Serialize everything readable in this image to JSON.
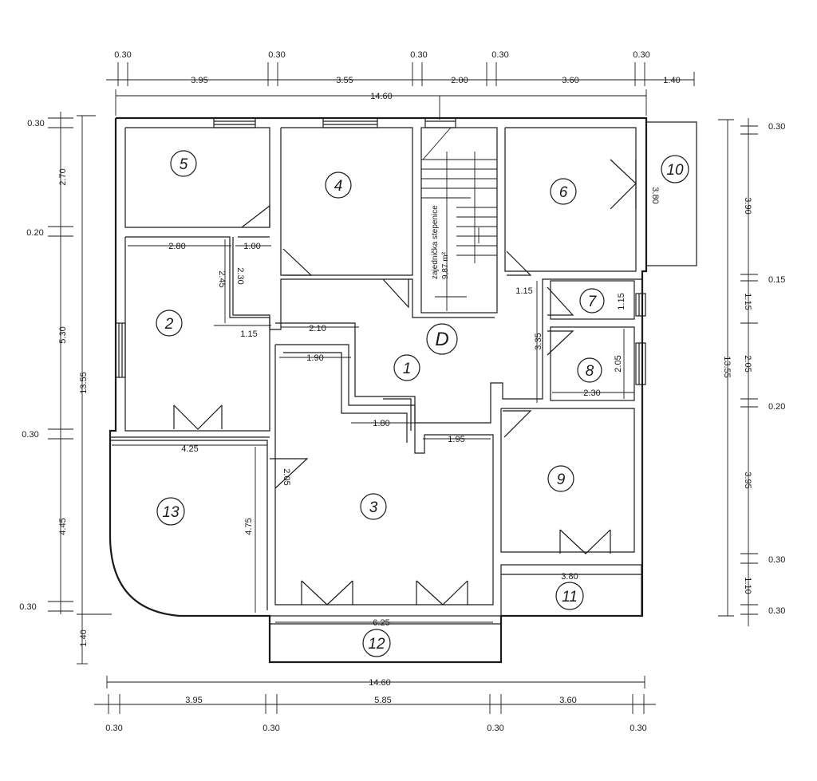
{
  "rooms": [
    {
      "id": "1",
      "label": "1"
    },
    {
      "id": "2",
      "label": "2"
    },
    {
      "id": "3",
      "label": "3"
    },
    {
      "id": "4",
      "label": "4"
    },
    {
      "id": "5",
      "label": "5"
    },
    {
      "id": "6",
      "label": "6"
    },
    {
      "id": "7",
      "label": "7"
    },
    {
      "id": "8",
      "label": "8"
    },
    {
      "id": "9",
      "label": "9"
    },
    {
      "id": "10",
      "label": "10"
    },
    {
      "id": "11",
      "label": "11"
    },
    {
      "id": "12",
      "label": "12"
    },
    {
      "id": "13",
      "label": "13"
    },
    {
      "id": "D",
      "label": "D"
    }
  ],
  "stair_note": {
    "line1": "zajednička stepenice",
    "line2": "9,87 m²"
  },
  "dims_top": {
    "wall_1": "0.30",
    "seg_1": "3.95",
    "wall_2": "0.30",
    "seg_2": "3.55",
    "wall_3": "0.30",
    "seg_3": "2.00",
    "wall_4": "0.30",
    "seg_4": "3.60",
    "wall_5": "0.30",
    "seg_5": "1.40",
    "total": "14.60"
  },
  "dims_bottom": {
    "total": "14.60",
    "seg_1": "3.95",
    "seg_2": "5.85",
    "seg_3": "3.60",
    "wall_1": "0.30",
    "wall_2": "0.30",
    "wall_3": "0.30",
    "wall_4": "0.30"
  },
  "dims_left": {
    "wall_1": "0.30",
    "seg_1": "2.70",
    "wall_2": "0.20",
    "seg_2": "5.30",
    "wall_3": "0.30",
    "seg_3": "4.45",
    "wall_4": "0.30",
    "seg_4": "1.40",
    "total": "13.55"
  },
  "dims_right": {
    "wall_1": "0.30",
    "seg_1": "3.90",
    "wall_2": "0.15",
    "seg_2": "1.15",
    "seg_3": "2.05",
    "wall_3": "0.20",
    "seg_4": "3.95",
    "wall_4": "0.30",
    "seg_5": "1.10",
    "wall_5": "0.30",
    "total": "13.55"
  },
  "dims_interior": {
    "d_280": "2.80",
    "d_100": "1.00",
    "d_245": "2.45",
    "d_230v": "2.30",
    "d_115a": "1.15",
    "d_210": "2.10",
    "d_190": "1.90",
    "d_180": "1.80",
    "d_195": "1.95",
    "d_425": "4.25",
    "d_205a": "2.05",
    "d_475": "4.75",
    "d_625": "6.25",
    "d_115b": "1.15",
    "d_115c": "1.15",
    "d_335": "3.35",
    "d_205b": "2.05",
    "d_230h": "2.30",
    "d_380h": "3.80",
    "d_380v": "3.80"
  }
}
